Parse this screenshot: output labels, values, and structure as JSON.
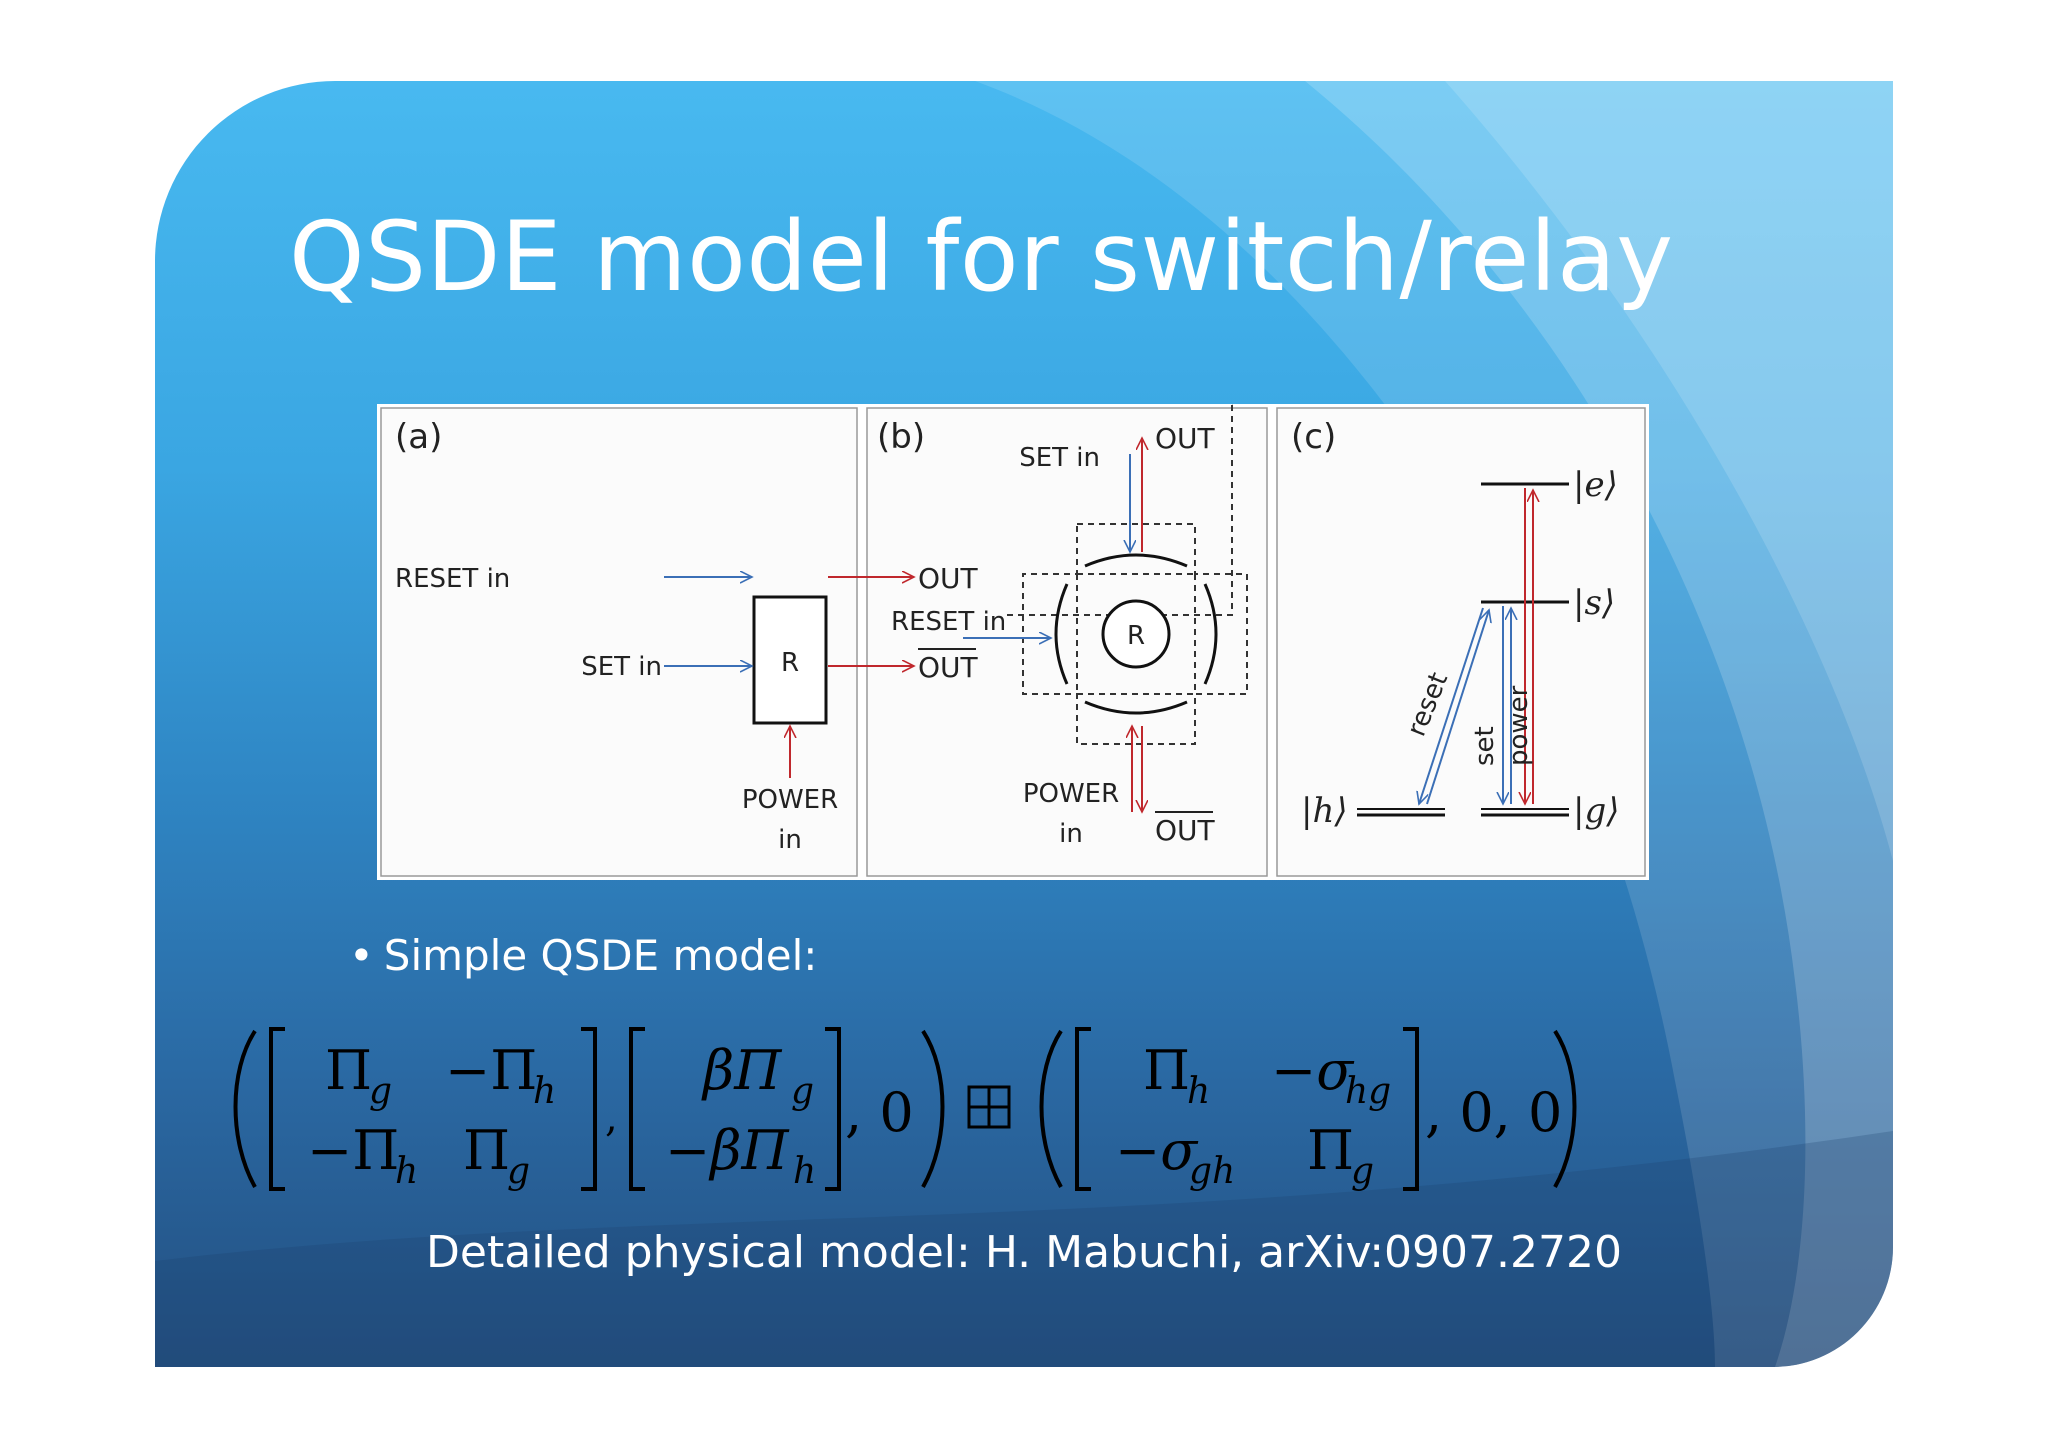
{
  "slide": {
    "title": "QSDE model for switch/relay",
    "colors": {
      "background_top": "#48b9f0",
      "background_bottom": "#234f80",
      "text": "#ffffff",
      "arrow_blue": "#3b6fb6",
      "arrow_red": "#c0282d"
    }
  },
  "figure": {
    "panel_a": {
      "label": "(a)",
      "inputs": {
        "reset": "RESET in",
        "set": "SET in",
        "power_line1": "POWER",
        "power_line2": "in"
      },
      "box_label": "R",
      "outputs": {
        "out": "OUT",
        "out_bar": "OUT"
      }
    },
    "panel_b": {
      "label": "(b)",
      "set_in": "SET in",
      "out": "OUT",
      "reset_in": "RESET in",
      "center": "R",
      "power_line1": "POWER",
      "power_line2": "in",
      "out_bar": "OUT"
    },
    "panel_c": {
      "label": "(c)",
      "levels": {
        "e": "|e⟩",
        "s": "|s⟩",
        "h": "|h⟩",
        "g": "|g⟩"
      },
      "transitions": {
        "reset": "reset",
        "set": "set",
        "power": "power"
      }
    }
  },
  "bullet": {
    "marker": "•",
    "text": "Simple QSDE model:"
  },
  "equation": {
    "m1": {
      "a11": "Π",
      "a11_sub": "g",
      "a12": "−Π",
      "a12_sub": "h",
      "a21": "−Π",
      "a21_sub": "h",
      "a22": "Π",
      "a22_sub": "g"
    },
    "v1": {
      "b1": "βΠ",
      "b1_sub": "g",
      "b2": "−βΠ",
      "b2_sub": "h"
    },
    "tail1": ", 0",
    "m2": {
      "a11": "Π",
      "a11_sub": "h",
      "a12": "−σ",
      "a12_sub": "hg",
      "a21": "−σ",
      "a21_sub": "gh",
      "a22": "Π",
      "a22_sub": "g"
    },
    "tail2": ", 0, 0"
  },
  "citation": "Detailed physical model: H. Mabuchi, arXiv:0907.2720"
}
